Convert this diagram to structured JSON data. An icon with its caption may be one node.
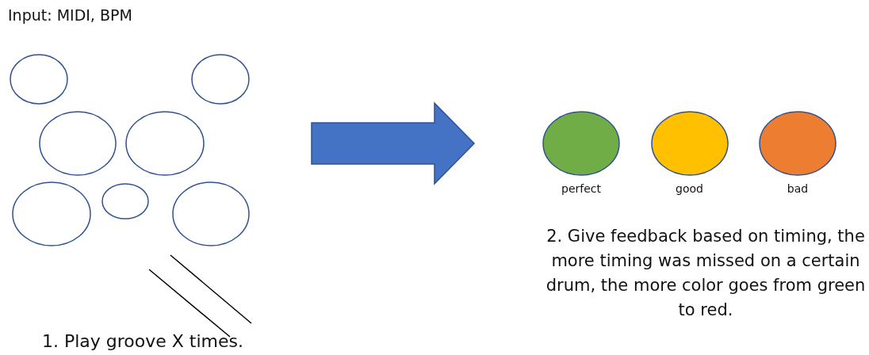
{
  "diagram": {
    "nodes": [
      {
        "text": [],
        "shape": "circle"
      },
      {
        "text": [],
        "shape": "circle"
      },
      {
        "text": [],
        "shape": "circle"
      },
      {
        "text": [],
        "shape": "circle"
      },
      {
        "text": [],
        "shape": "circle"
      },
      {
        "text": [],
        "shape": "circle"
      },
      {
        "text": [],
        "shape": "circle"
      }
    ],
    "labels": [
      "Input: MIDI, BPM",
      "1. Play groove X times.",
      "2. Give feedback based on timing, the more timing was missed on a certain drum, the more color goes from green to red."
    ],
    "legend": [
      {
        "text": "perfect",
        "color": "#70ad47"
      },
      {
        "text": "good",
        "color": "#ffc000"
      },
      {
        "text": "bad",
        "color": "#ed7d31"
      }
    ]
  }
}
